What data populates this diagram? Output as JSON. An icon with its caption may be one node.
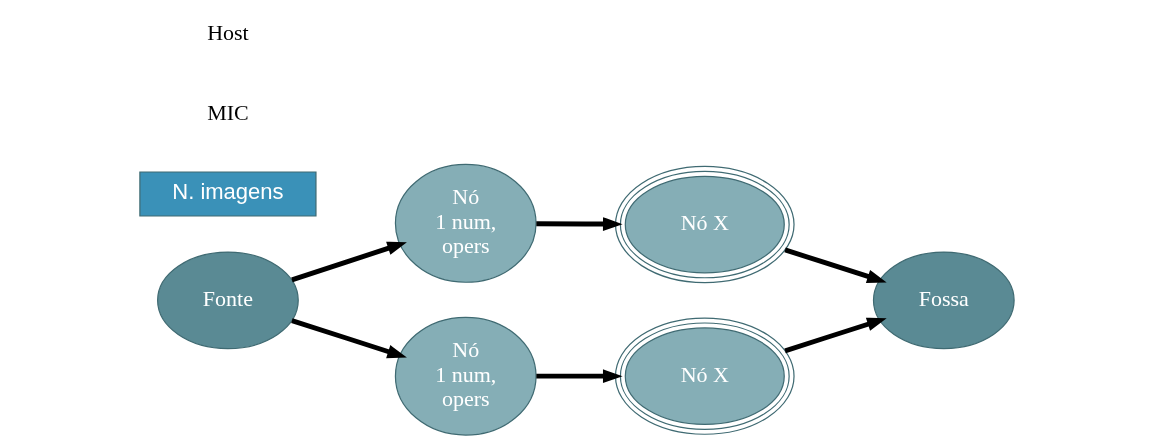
{
  "diagram": {
    "nodes": [
      {
        "text": [
          "Fonte"
        ]
      },
      {
        "text": [
          "N. imagens"
        ]
      },
      {
        "text": [
          "Nó 1 num, opers"
        ]
      },
      {
        "text": [
          "Nó X"
        ]
      },
      {
        "text": [
          "Nó 1 num, opers"
        ]
      },
      {
        "text": [
          "Nó X"
        ]
      },
      {
        "text": [
          "Fossa"
        ]
      }
    ],
    "edges": [
      {
        "from": 0,
        "to": 2,
        "arrow": "to"
      },
      {
        "from": 2,
        "to": 3,
        "arrow": "to"
      },
      {
        "from": 3,
        "to": 6,
        "arrow": "to"
      },
      {
        "from": 0,
        "to": 4,
        "arrow": "to"
      },
      {
        "from": 4,
        "to": 5,
        "arrow": "to"
      },
      {
        "from": 5,
        "to": 6,
        "arrow": "to"
      }
    ],
    "labels": [
      "MIC",
      "Host"
    ]
  }
}
